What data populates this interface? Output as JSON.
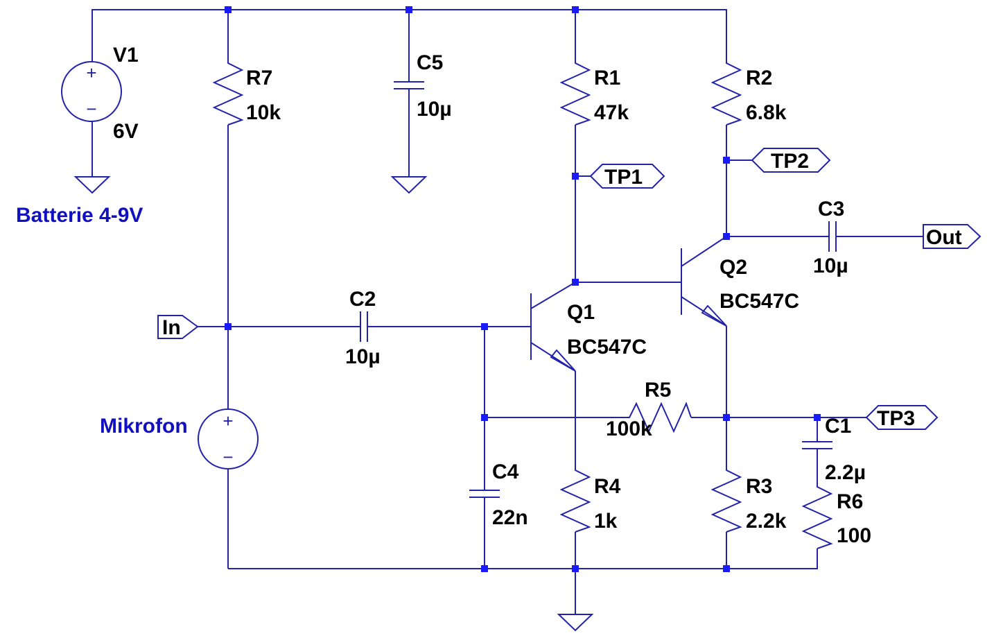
{
  "colors": {
    "wire": "#2222aa",
    "junction": "#1a1aff",
    "text": "#000000",
    "comment": "#1010c0"
  },
  "source": {
    "name": "V1",
    "value": "6V",
    "comment": "Batterie 4-9V"
  },
  "microphone": {
    "comment": "Mikrofon"
  },
  "components": {
    "R7": {
      "name": "R7",
      "value": "10k"
    },
    "C5": {
      "name": "C5",
      "value": "10µ"
    },
    "R1": {
      "name": "R1",
      "value": "47k"
    },
    "R2": {
      "name": "R2",
      "value": "6.8k"
    },
    "C3": {
      "name": "C3",
      "value": "10µ"
    },
    "C2": {
      "name": "C2",
      "value": "10µ"
    },
    "Q1": {
      "name": "Q1",
      "value": "BC547C"
    },
    "Q2": {
      "name": "Q2",
      "value": "BC547C"
    },
    "R5": {
      "name": "R5",
      "value": "100k"
    },
    "C1": {
      "name": "C1",
      "value": "2.2µ"
    },
    "C4": {
      "name": "C4",
      "value": "22n"
    },
    "R4": {
      "name": "R4",
      "value": "1k"
    },
    "R3": {
      "name": "R3",
      "value": "2.2k"
    },
    "R6": {
      "name": "R6",
      "value": "100"
    }
  },
  "ports": {
    "in": "In",
    "out": "Out",
    "tp1": "TP1",
    "tp2": "TP2",
    "tp3": "TP3"
  },
  "polarity": {
    "plus": "+",
    "minus": "−"
  }
}
